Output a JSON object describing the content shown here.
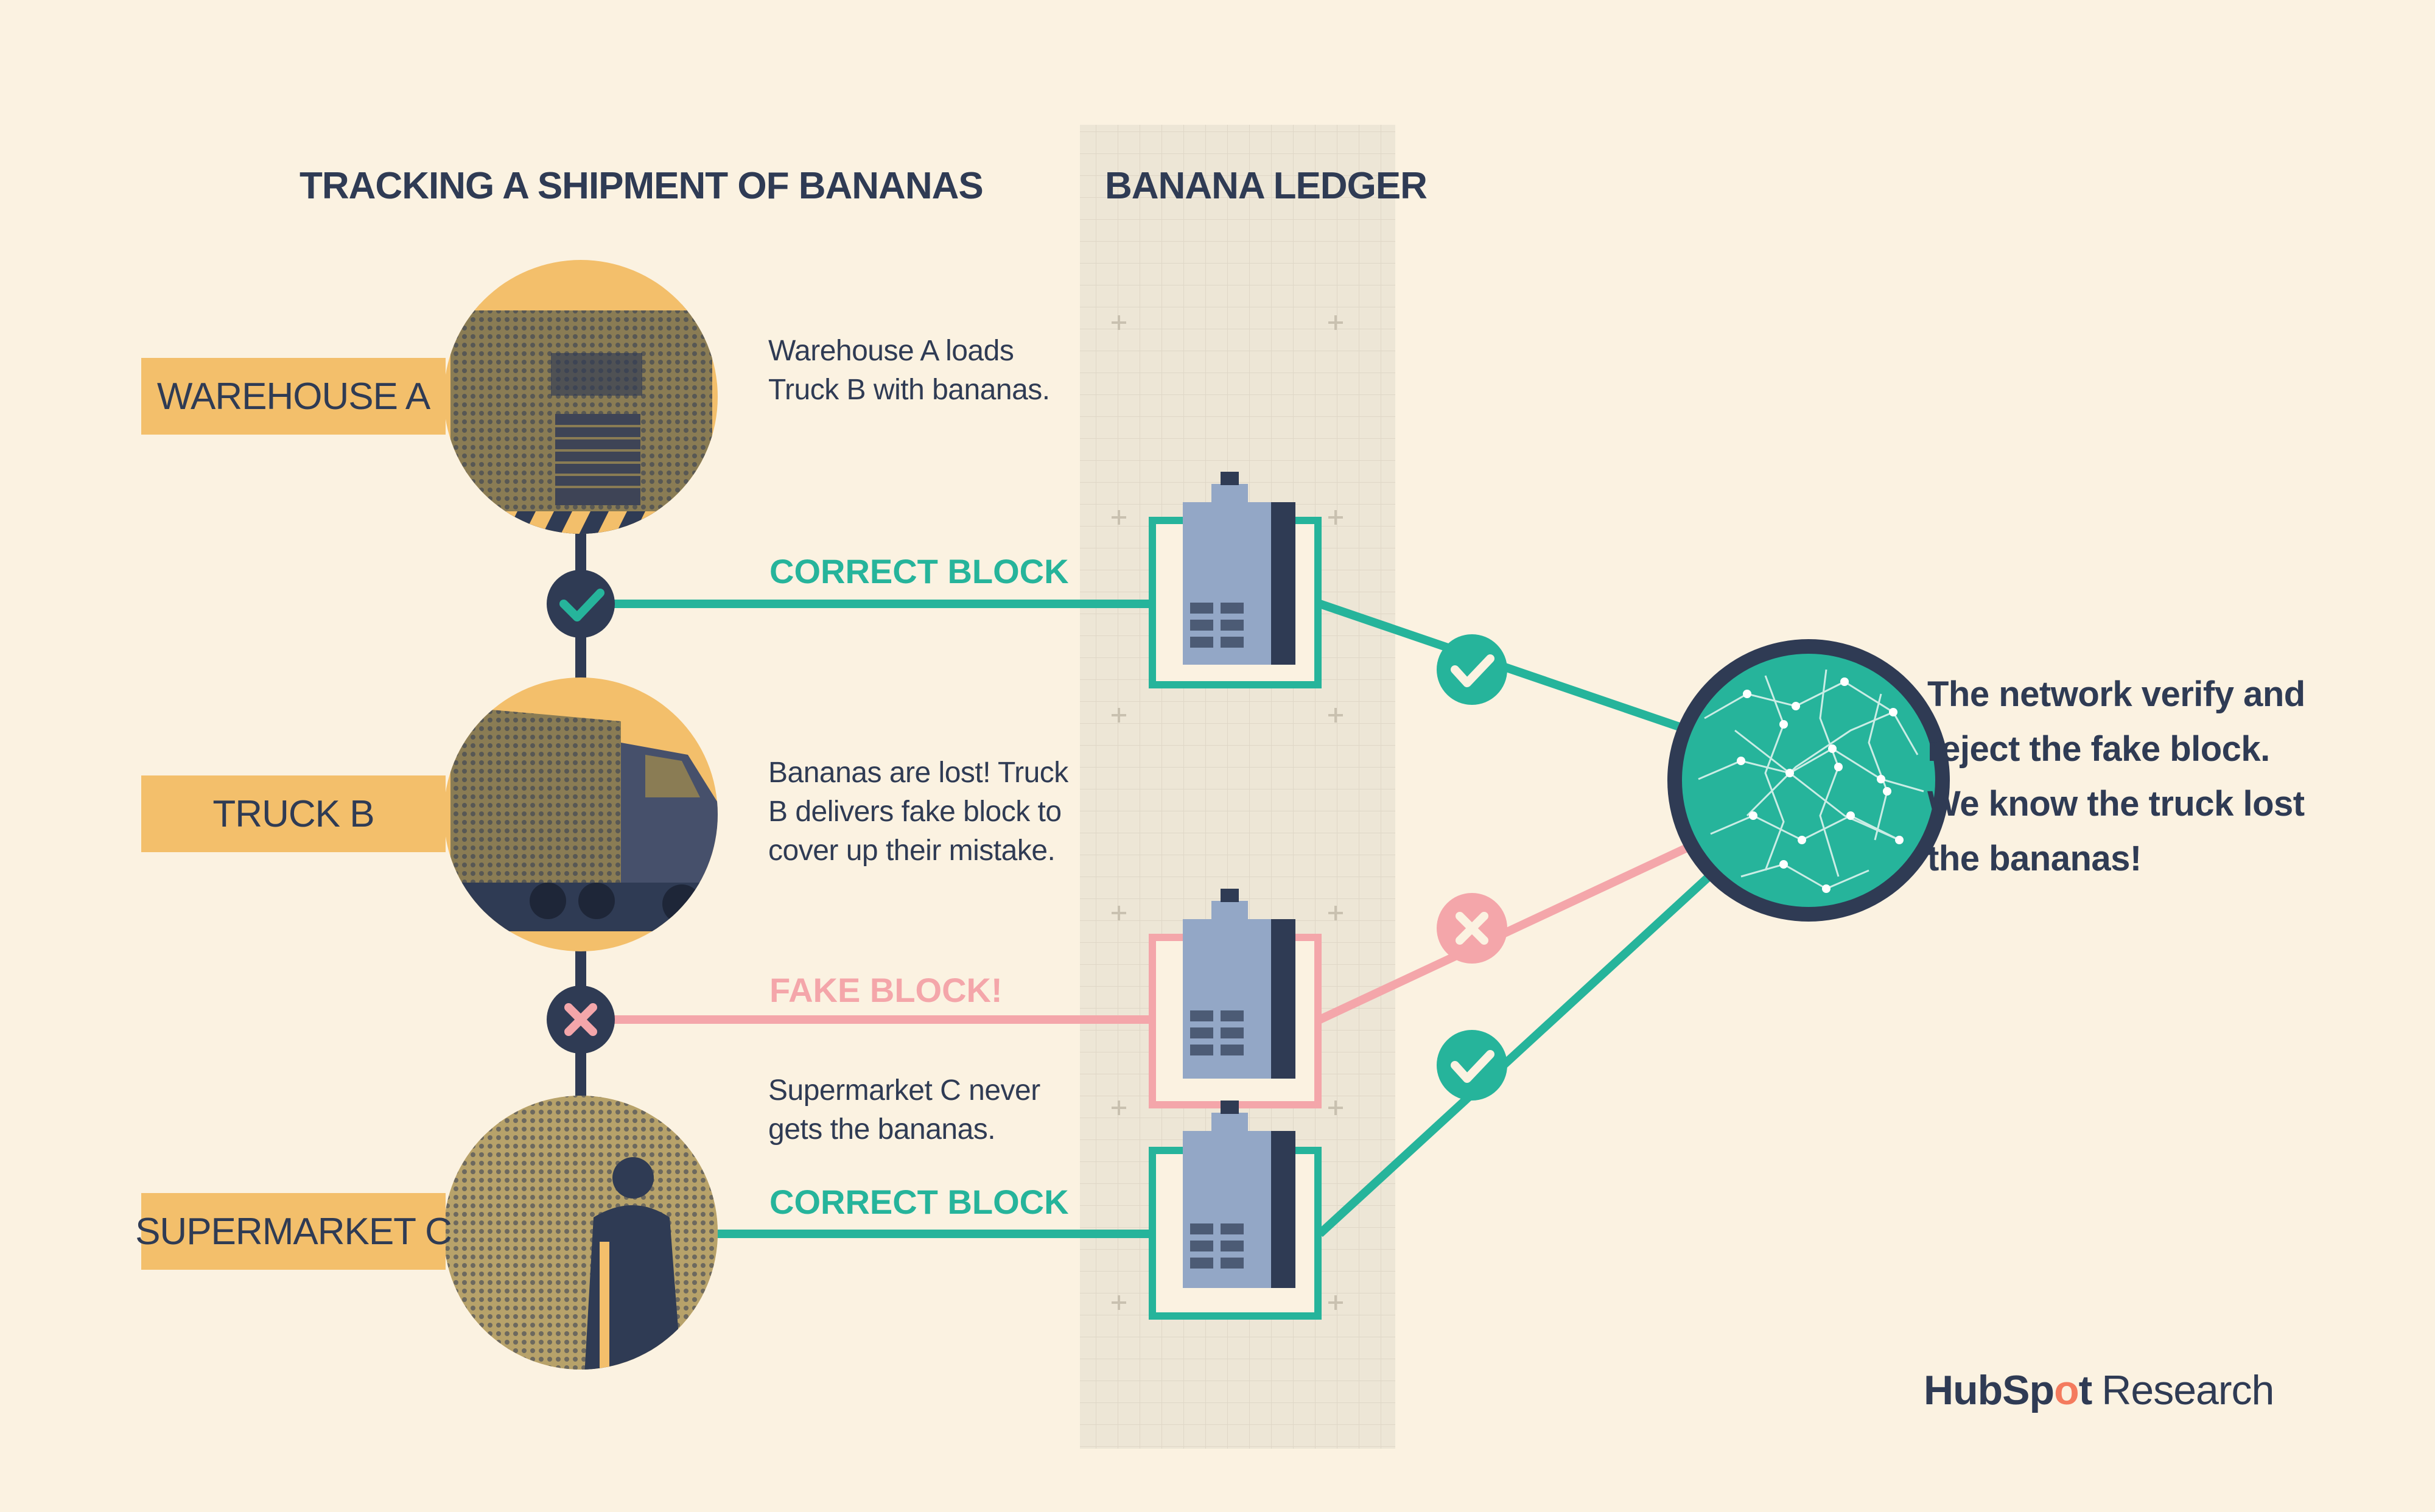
{
  "tracking_title": "TRACKING A SHIPMENT OF BANANAS",
  "ledger_title": "BANANA LEDGER",
  "stops": [
    {
      "label": "WAREHOUSE A",
      "description": [
        "Warehouse A loads",
        "Truck B with bananas."
      ]
    },
    {
      "label": "TRUCK B",
      "description": [
        "Bananas are lost! Truck",
        "B delivers fake block to",
        "cover up their mistake."
      ]
    },
    {
      "label": "SUPERMARKET C",
      "description": [
        "Supermarket C never",
        "gets the bananas."
      ]
    }
  ],
  "blocks": [
    {
      "label": "CORRECT BLOCK",
      "status": "valid"
    },
    {
      "label": "FAKE BLOCK!",
      "status": "fake"
    },
    {
      "label": "CORRECT BLOCK",
      "status": "valid"
    }
  ],
  "result_text": [
    "The network verify and",
    "reject the fake block.",
    "We know the truck lost",
    "the bananas!"
  ],
  "brand": {
    "hub": "HubSp",
    "o": "o",
    "t": "t",
    "research": "Research"
  },
  "colors": {
    "background": "#fbf2e1",
    "navy": "#2f3b54",
    "gold": "#f3bf6b",
    "teal": "#26b49b",
    "pink": "#f4a6aa",
    "block_blue": "#93a7c6",
    "ledger_strip": "#ede6d6"
  },
  "icons": [
    "check-icon",
    "cross-icon",
    "warehouse-photo",
    "truck-photo",
    "supermarket-photo",
    "network-globe-icon",
    "server-block-icon"
  ]
}
